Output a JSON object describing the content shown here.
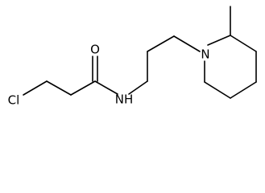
{
  "molecule": {
    "atoms": {
      "chlorine": "Cl",
      "carbonyl_oxygen": "O",
      "amide_nitrogen": "NH",
      "ring_nitrogen": "N"
    }
  }
}
